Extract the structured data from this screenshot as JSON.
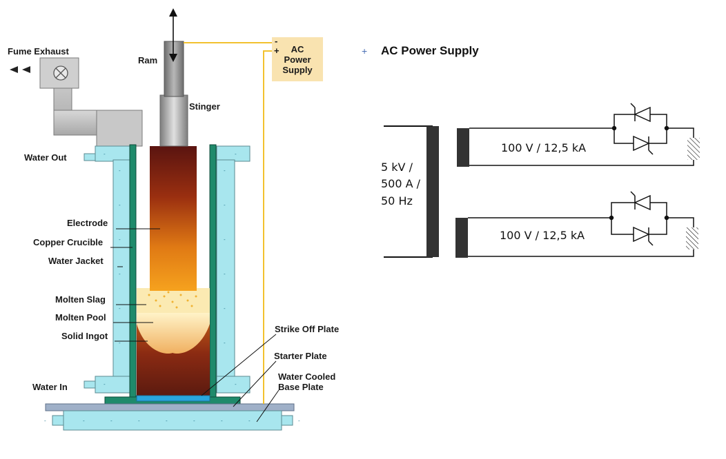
{
  "left_diagram": {
    "labels": {
      "fume_exhaust": "Fume Exhaust",
      "ram": "Ram",
      "stinger": "Stinger",
      "water_out": "Water Out",
      "electrode": "Electrode",
      "copper_crucible": "Copper Crucible",
      "water_jacket": "Water Jacket",
      "molten_slag": "Molten Slag",
      "molten_pool": "Molten Pool",
      "solid_ingot": "Solid Ingot",
      "water_in": "Water In",
      "strike_off_plate": "Strike Off Plate",
      "starter_plate": "Starter Plate",
      "water_cooled_base_plate_1": "Water Cooled",
      "water_cooled_base_plate_2": "Base Plate"
    },
    "power_supply": {
      "line1": "AC",
      "line2": "Power",
      "line3": "Supply",
      "minus": "-",
      "plus": "+"
    },
    "colors": {
      "water": "#a8e6ee",
      "crucible": "#1f8a6b",
      "psu_box": "#f9e3b0",
      "wire": "#f2c12e"
    }
  },
  "right_diagram": {
    "bullet": "+",
    "heading": "AC Power Supply",
    "primary": {
      "line1": "5 kV /",
      "line2": "500 A /",
      "line3": "50 Hz"
    },
    "secondary_top": "100 V / 12,5 kA",
    "secondary_bottom": "100 V / 12,5 kA"
  }
}
